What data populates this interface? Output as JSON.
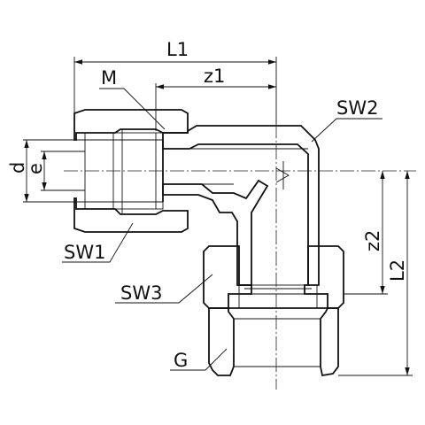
{
  "labels": {
    "L1": "L1",
    "M": "M",
    "z1": "z1",
    "SW2": "SW2",
    "d": "d",
    "e": "e",
    "SW1": "SW1",
    "z2": "z2",
    "L2": "L2",
    "SW3": "SW3",
    "G": "G"
  },
  "colors": {
    "line": "#111111",
    "hatch": "#222222",
    "background": "#ffffff"
  }
}
